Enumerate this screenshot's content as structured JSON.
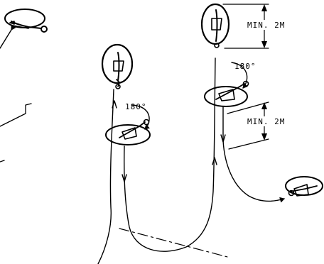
{
  "labels": {
    "rotation_lower": "180°",
    "rotation_upper": "180°",
    "min_upper": "MIN. 2M",
    "min_lower": "MIN. 2M"
  },
  "colors": {
    "ink": "#000000",
    "background": "#ffffff"
  }
}
